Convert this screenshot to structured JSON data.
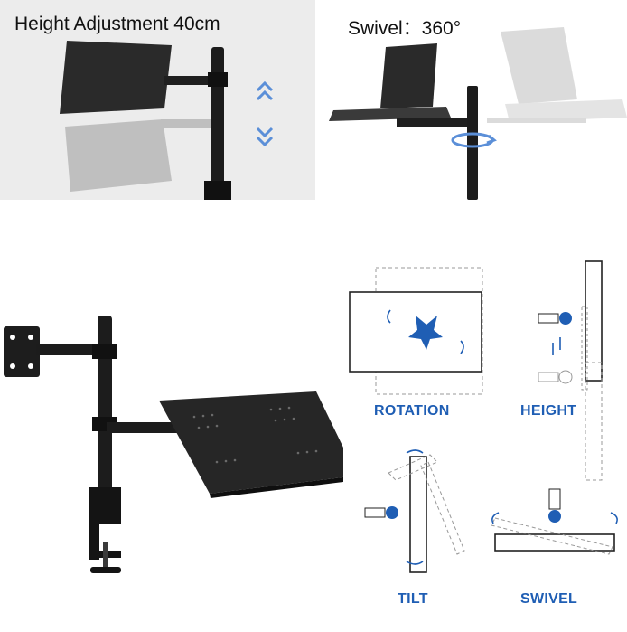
{
  "top_left": {
    "caption": "Height Adjustment 40cm"
  },
  "top_right": {
    "caption": "Swivel：360°"
  },
  "diagrams": {
    "rotation_label": "ROTATION",
    "height_label": "HEIGHT",
    "tilt_label": "TILT",
    "swivel_label": "SWIVEL"
  },
  "colors": {
    "accent_blue": "#1f5eb4",
    "arrow_blue": "#5b8fd8",
    "mount_black": "#1c1c1c",
    "ghost_gray": "#9a9a9a"
  },
  "icons": {
    "up": "double-chevron-up-icon",
    "down": "double-chevron-down-icon",
    "swivel": "rotate-arrow-icon"
  }
}
